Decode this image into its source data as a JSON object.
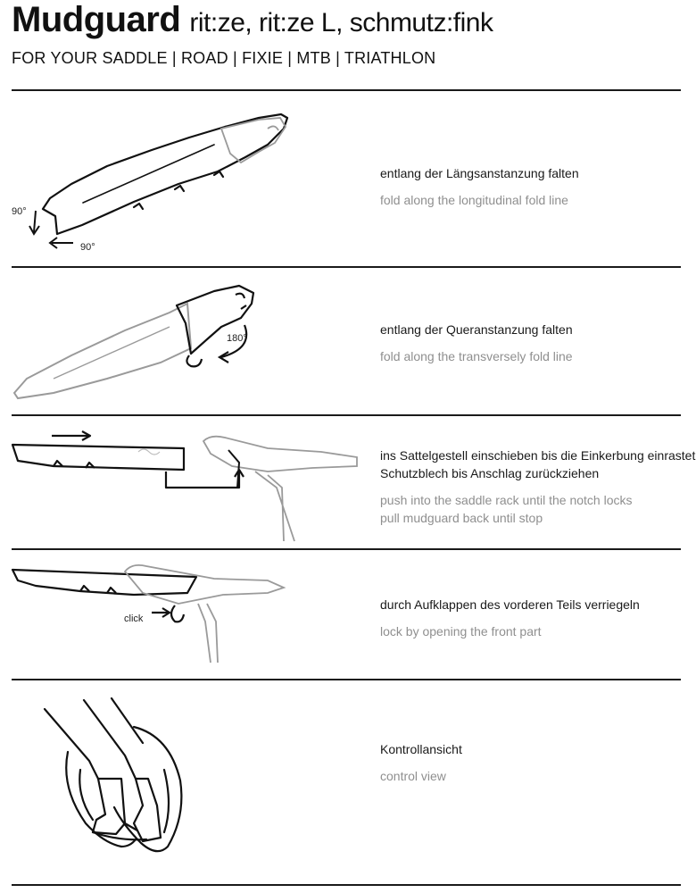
{
  "header": {
    "title_main": "Mudguard",
    "title_models": "rit:ze, rit:ze L, schmutz:fink",
    "subtitle": "FOR YOUR SADDLE | ROAD | FIXIE | MTB | TRIATHLON"
  },
  "steps": [
    {
      "de": [
        "entlang der Längsanstanzung falten"
      ],
      "en": [
        "fold along the longitudinal fold line"
      ],
      "labels": [
        "90°",
        "90°"
      ]
    },
    {
      "de": [
        "entlang der Queranstanzung falten"
      ],
      "en": [
        "fold along the transversely fold line"
      ],
      "labels": [
        "180°"
      ]
    },
    {
      "de": [
        "ins Sattelgestell einschieben bis die Einkerbung einrastet",
        "Schutzblech bis Anschlag zurückziehen"
      ],
      "en": [
        "push into the saddle rack until the notch locks",
        "pull mudguard back until stop"
      ],
      "labels": []
    },
    {
      "de": [
        "durch Aufklappen des vorderen Teils verriegeln"
      ],
      "en": [
        "lock by opening the front part"
      ],
      "labels": [
        "click"
      ]
    },
    {
      "de": [
        "Kontrollansicht"
      ],
      "en": [
        "control view"
      ],
      "labels": []
    }
  ],
  "colors": {
    "text": "#1a1a1a",
    "english": "#8f8f8f",
    "rule": "#1a1a1a",
    "sketch_grey": "#9a9a9a"
  }
}
